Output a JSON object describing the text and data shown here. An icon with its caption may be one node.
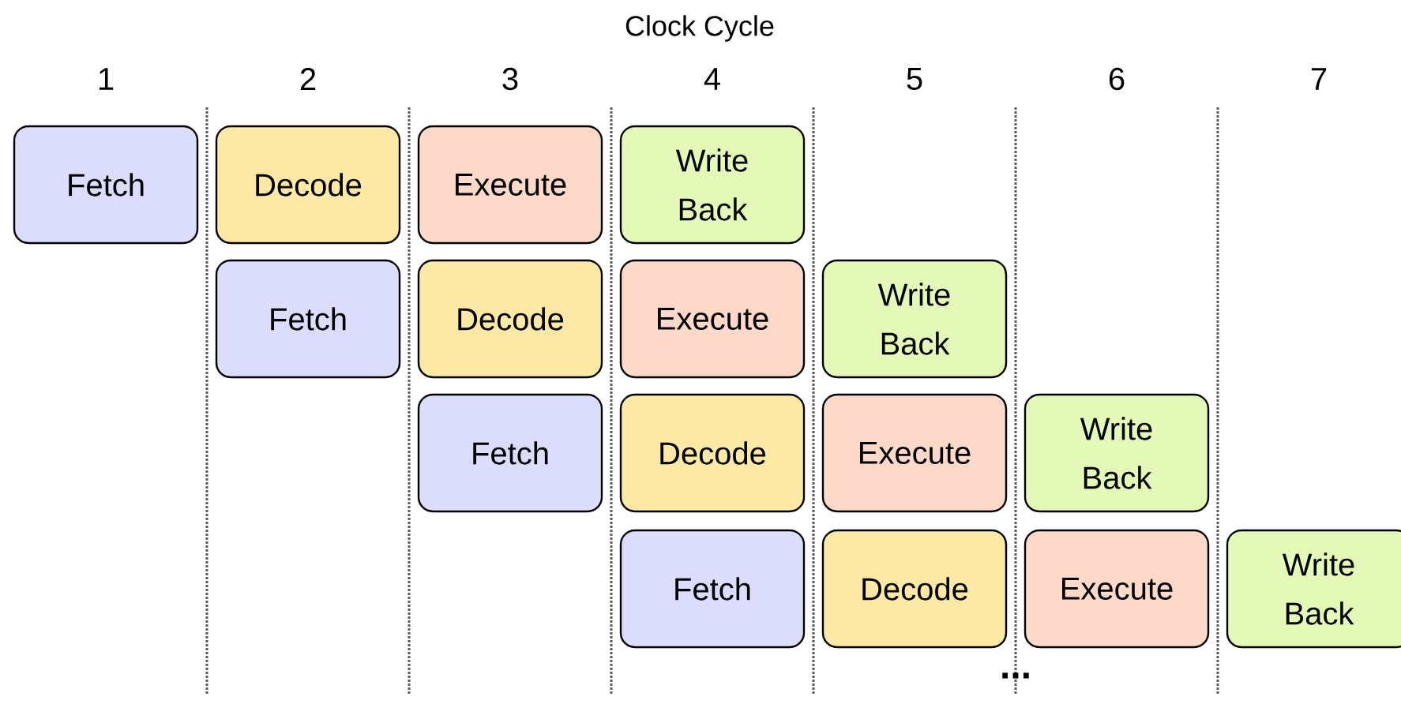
{
  "diagram": {
    "nodes": [
      {
        "text": [
          "Fetch"
        ]
      },
      {
        "text": [
          "Decode"
        ]
      },
      {
        "text": [
          "Execute"
        ]
      },
      {
        "text": [
          "Write Back"
        ]
      },
      {
        "text": [
          "Fetch"
        ]
      },
      {
        "text": [
          "Decode"
        ]
      },
      {
        "text": [
          "Execute"
        ]
      },
      {
        "text": [
          "Write Back"
        ]
      },
      {
        "text": [
          "Fetch"
        ]
      },
      {
        "text": [
          "Decode"
        ]
      },
      {
        "text": [
          "Execute"
        ]
      },
      {
        "text": [
          "Write Back"
        ]
      },
      {
        "text": [
          "Fetch"
        ]
      },
      {
        "text": [
          "Decode"
        ]
      },
      {
        "text": [
          "Execute"
        ]
      },
      {
        "text": [
          "Write Back"
        ]
      }
    ],
    "labels": [
      "Clock Cycle",
      "1",
      "2",
      "3",
      "4",
      "5",
      "6",
      "7",
      "..."
    ]
  }
}
